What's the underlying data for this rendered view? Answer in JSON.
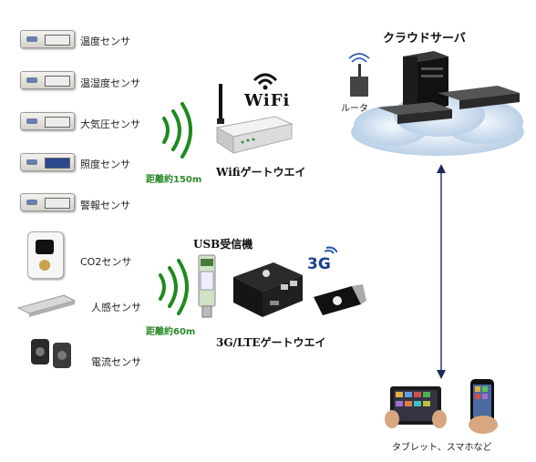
{
  "sensors": [
    {
      "label": "温度センサ"
    },
    {
      "label": "温湿度センサ"
    },
    {
      "label": "大気圧センサ"
    },
    {
      "label": "照度センサ"
    },
    {
      "label": "警報センサ"
    },
    {
      "label": "CO2センサ"
    },
    {
      "label": "人感センサ"
    },
    {
      "label": "電流センサ"
    }
  ],
  "wifi": {
    "logo_text": "WiFi",
    "distance": "距離約150m",
    "gateway_label": "Wifiゲートウエイ"
  },
  "lte": {
    "receiver_label": "USB受信機",
    "distance": "距離約60m",
    "gateway_label": "3G/LTEゲートウエイ",
    "badge_text": "3G"
  },
  "cloud": {
    "title": "クラウドサーバ",
    "router_label": "ルータ"
  },
  "devices": {
    "label": "タブレット、スマホなど"
  },
  "colors": {
    "wave_green": "#1e8a1e",
    "cloud_blue": "#c9dcef",
    "arrow_navy": "#1b2a5a"
  }
}
